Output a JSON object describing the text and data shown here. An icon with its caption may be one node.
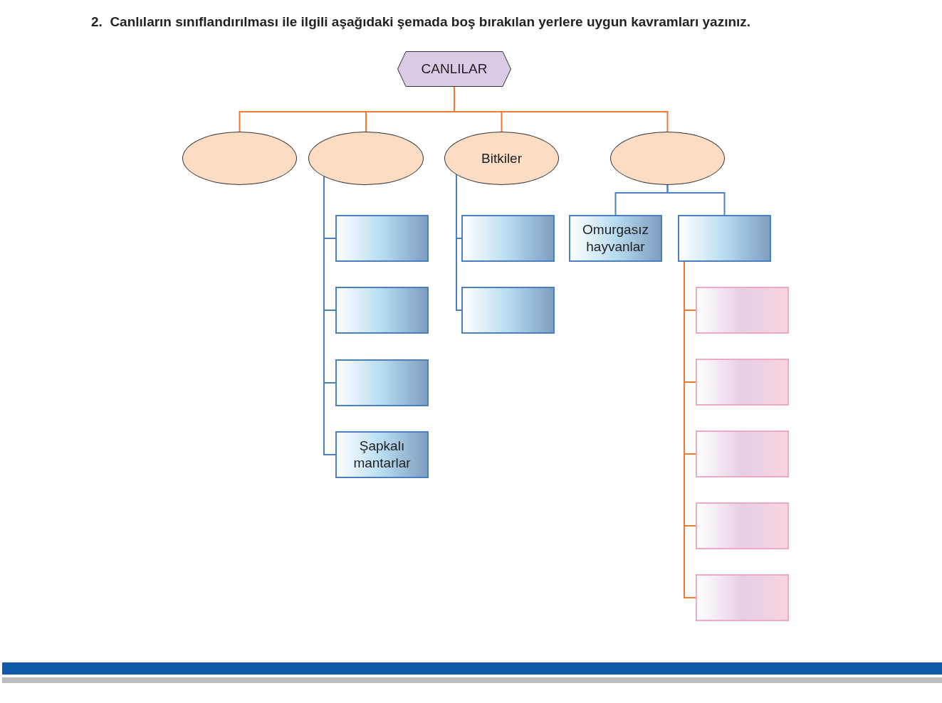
{
  "diagram": {
    "title": "2.  Canlıların sınıflandırılması ile ilgili aşağıdaki şemada boş bırakılan yerlere uygun kavramları yazınız.",
    "nodes": [
      {
        "text": [
          "CANLILAR"
        ]
      },
      {
        "text": [],
        "shape": "ellipse"
      },
      {
        "text": [],
        "shape": "ellipse"
      },
      {
        "text": [
          "Bitkiler"
        ]
      },
      {
        "text": [],
        "shape": "ellipse"
      },
      {
        "text": [],
        "shape": "box"
      },
      {
        "text": [],
        "shape": "box"
      },
      {
        "text": [],
        "shape": "box"
      },
      {
        "text": [
          "Şapkalı mantarlar"
        ]
      },
      {
        "text": [],
        "shape": "box"
      },
      {
        "text": [],
        "shape": "box"
      },
      {
        "text": [
          "Omurgasız hayvanlar"
        ]
      },
      {
        "text": [],
        "shape": "box"
      },
      {
        "text": [],
        "shape": "box"
      },
      {
        "text": [],
        "shape": "box"
      },
      {
        "text": [],
        "shape": "box"
      },
      {
        "text": [],
        "shape": "box"
      },
      {
        "text": [],
        "shape": "box"
      }
    ],
    "edges": [
      {
        "from": 0,
        "to": 1,
        "arrow": "none"
      },
      {
        "from": 0,
        "to": 2,
        "arrow": "none"
      },
      {
        "from": 0,
        "to": 3,
        "arrow": "none"
      },
      {
        "from": 0,
        "to": 4,
        "arrow": "none"
      },
      {
        "from": 2,
        "to": 5,
        "arrow": "none",
        "color": "#4a7fc1"
      },
      {
        "from": 2,
        "to": 6,
        "arrow": "none",
        "color": "#4a7fc1"
      },
      {
        "from": 2,
        "to": 7,
        "arrow": "none",
        "color": "#4a7fc1"
      },
      {
        "from": 2,
        "to": 8,
        "arrow": "none",
        "color": "#4a7fc1"
      },
      {
        "from": 3,
        "to": 9,
        "arrow": "none",
        "color": "#4a7fc1"
      },
      {
        "from": 3,
        "to": 10,
        "arrow": "none",
        "color": "#4a7fc1"
      },
      {
        "from": 4,
        "to": 11,
        "arrow": "none",
        "color": "#4a7fc1"
      },
      {
        "from": 4,
        "to": 12,
        "arrow": "none",
        "color": "#4a7fc1"
      },
      {
        "from": 12,
        "to": 13,
        "arrow": "none"
      },
      {
        "from": 12,
        "to": 14,
        "arrow": "none"
      },
      {
        "from": 12,
        "to": 15,
        "arrow": "none"
      },
      {
        "from": 12,
        "to": 16,
        "arrow": "none"
      },
      {
        "from": 12,
        "to": 17,
        "arrow": "none"
      }
    ]
  }
}
